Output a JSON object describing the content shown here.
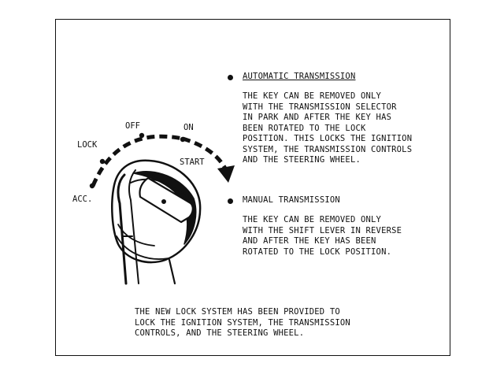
{
  "positions": {
    "acc": "ACC.",
    "lock": "LOCK",
    "off": "OFF",
    "on": "ON",
    "start": "START"
  },
  "automatic": {
    "heading": "AUTOMATIC TRANSMISSION",
    "lines": [
      "THE KEY CAN BE REMOVED ONLY",
      "WITH THE TRANSMISSION SELECTOR",
      "IN PARK AND AFTER THE KEY HAS",
      "BEEN ROTATED TO THE LOCK",
      "POSITION. THIS LOCKS THE IGNITION",
      "SYSTEM, THE TRANSMISSION CONTROLS",
      "AND THE STEERING WHEEL."
    ]
  },
  "manual": {
    "heading": "MANUAL TRANSMISSION",
    "lines": [
      "THE KEY CAN BE REMOVED ONLY",
      "WITH THE SHIFT LEVER IN REVERSE",
      "AND AFTER THE KEY HAS BEEN",
      "ROTATED TO THE LOCK POSITION."
    ]
  },
  "footer": {
    "lines": [
      "THE NEW LOCK SYSTEM HAS BEEN PROVIDED TO",
      "LOCK THE IGNITION SYSTEM, THE TRANSMISSION",
      "CONTROLS, AND THE STEERING WHEEL."
    ]
  },
  "colors": {
    "ink": "#111111",
    "paper": "#ffffff"
  }
}
